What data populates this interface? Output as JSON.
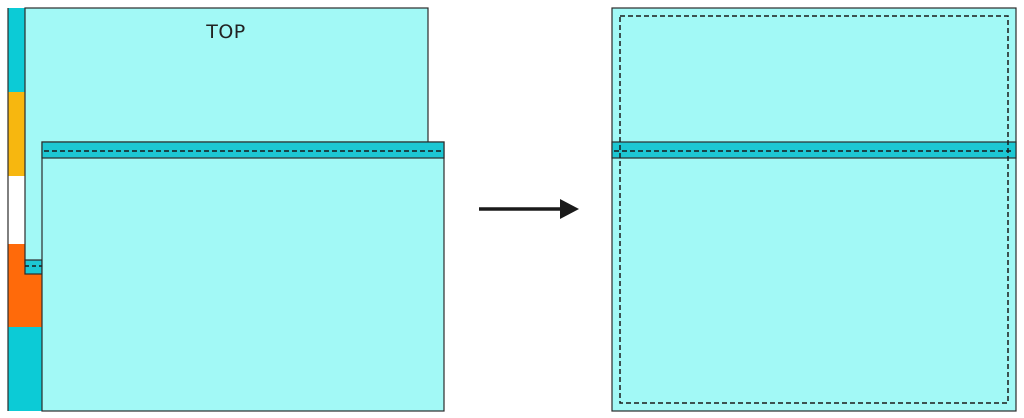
{
  "diagram": {
    "top_label": "TOP",
    "colors": {
      "panel_fill": "#A2F9F6",
      "strip_fill": "#1DC7D3",
      "edge_teal": "#0CCBD6",
      "edge_yellow": "#F7B70F",
      "edge_white": "#FFFFFF",
      "edge_orange": "#FF6A0A",
      "outline": "#2B2B2B",
      "seam_dash": "#1A1A1A",
      "arrow": "#1A1A1A"
    },
    "left_edge_sequence": [
      "teal",
      "yellow",
      "white",
      "orange",
      "teal"
    ],
    "arrow_direction": "right"
  }
}
